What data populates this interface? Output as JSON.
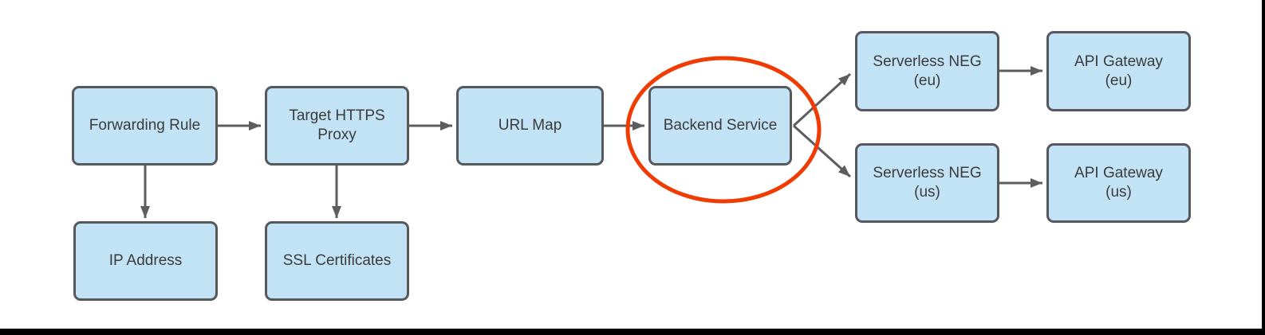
{
  "diagram": {
    "type": "flow-diagram",
    "colors": {
      "node_fill": "#c2e2f6",
      "node_border": "#56585c",
      "arrow": "#5b5d5f",
      "highlight_ellipse": "#f03c02",
      "text": "#3b3b3b",
      "frame": "#000000"
    }
  },
  "nodes": [
    {
      "id": "forwarding-rule",
      "label": "Forwarding Rule"
    },
    {
      "id": "target-https-proxy",
      "label": "Target HTTPS\nProxy"
    },
    {
      "id": "url-map",
      "label": "URL Map"
    },
    {
      "id": "backend-service",
      "label": "Backend Service",
      "highlighted": true
    },
    {
      "id": "serverless-neg-eu",
      "label": "Serverless NEG\n(eu)"
    },
    {
      "id": "api-gateway-eu",
      "label": "API Gateway\n(eu)"
    },
    {
      "id": "serverless-neg-us",
      "label": "Serverless NEG\n(us)"
    },
    {
      "id": "api-gateway-us",
      "label": "API Gateway\n(us)"
    },
    {
      "id": "ip-address",
      "label": "IP Address"
    },
    {
      "id": "ssl-certificates",
      "label": "SSL Certificates"
    }
  ],
  "edges": [
    {
      "from": "forwarding-rule",
      "to": "target-https-proxy"
    },
    {
      "from": "target-https-proxy",
      "to": "url-map"
    },
    {
      "from": "url-map",
      "to": "backend-service"
    },
    {
      "from": "backend-service",
      "to": "serverless-neg-eu"
    },
    {
      "from": "backend-service",
      "to": "serverless-neg-us"
    },
    {
      "from": "serverless-neg-eu",
      "to": "api-gateway-eu"
    },
    {
      "from": "serverless-neg-us",
      "to": "api-gateway-us"
    },
    {
      "from": "forwarding-rule",
      "to": "ip-address"
    },
    {
      "from": "target-https-proxy",
      "to": "ssl-certificates"
    }
  ],
  "annotation": {
    "type": "ellipse-highlight",
    "around": "backend-service",
    "color": "#f03c02"
  }
}
